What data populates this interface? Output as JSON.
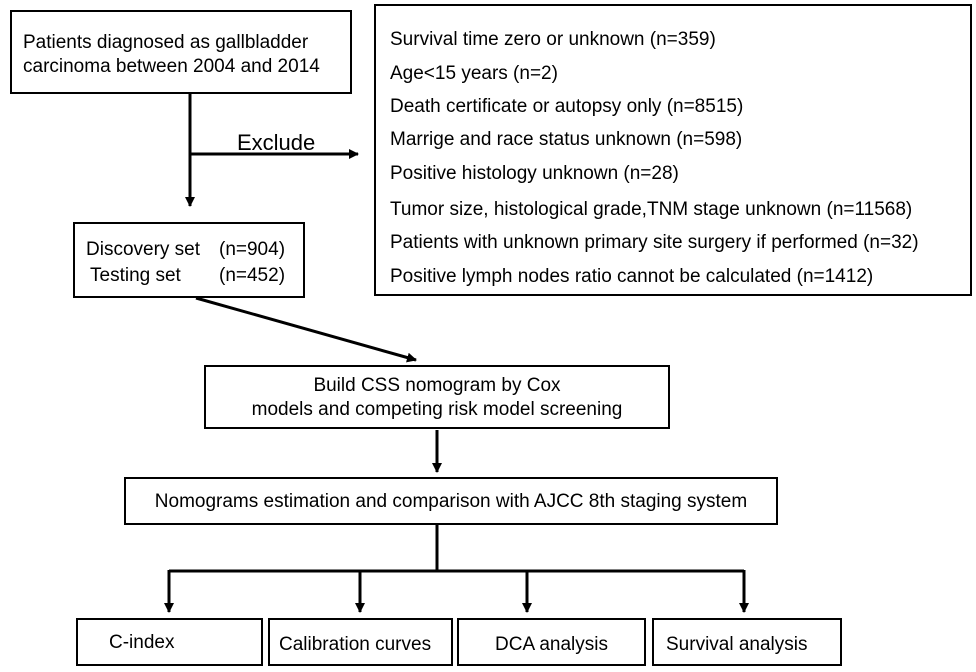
{
  "patients": {
    "line1": "Patients diagnosed as gallbladder",
    "line2": "carcinoma between 2004 and 2014"
  },
  "exclude_label": "Exclude",
  "exclusions": [
    "Survival time zero or unknown (n=359)",
    "Age<15 years (n=2)",
    "Death certificate or autopsy only (n=8515)",
    "Marrige and race status unknown (n=598)",
    "Positive histology unknown (n=28)",
    "Tumor size, histological grade,TNM stage unknown (n=11568)",
    "Patients with unknown  primary site surgery if performed (n=32)",
    "Positive lymph nodes ratio cannot be calculated (n=1412)"
  ],
  "sets": {
    "discovery_label": "Discovery set",
    "discovery_n": "(n=904)",
    "testing_label": "Testing set",
    "testing_n": "(n=452)"
  },
  "build": {
    "line1": "Build CSS  nomogram by Cox",
    "line2": "models and competing risk model screening"
  },
  "estimation": "Nomograms estimation and comparison with AJCC 8th staging system",
  "outcomes": [
    "C-index",
    "Calibration curves",
    "DCA analysis",
    "Survival analysis"
  ]
}
